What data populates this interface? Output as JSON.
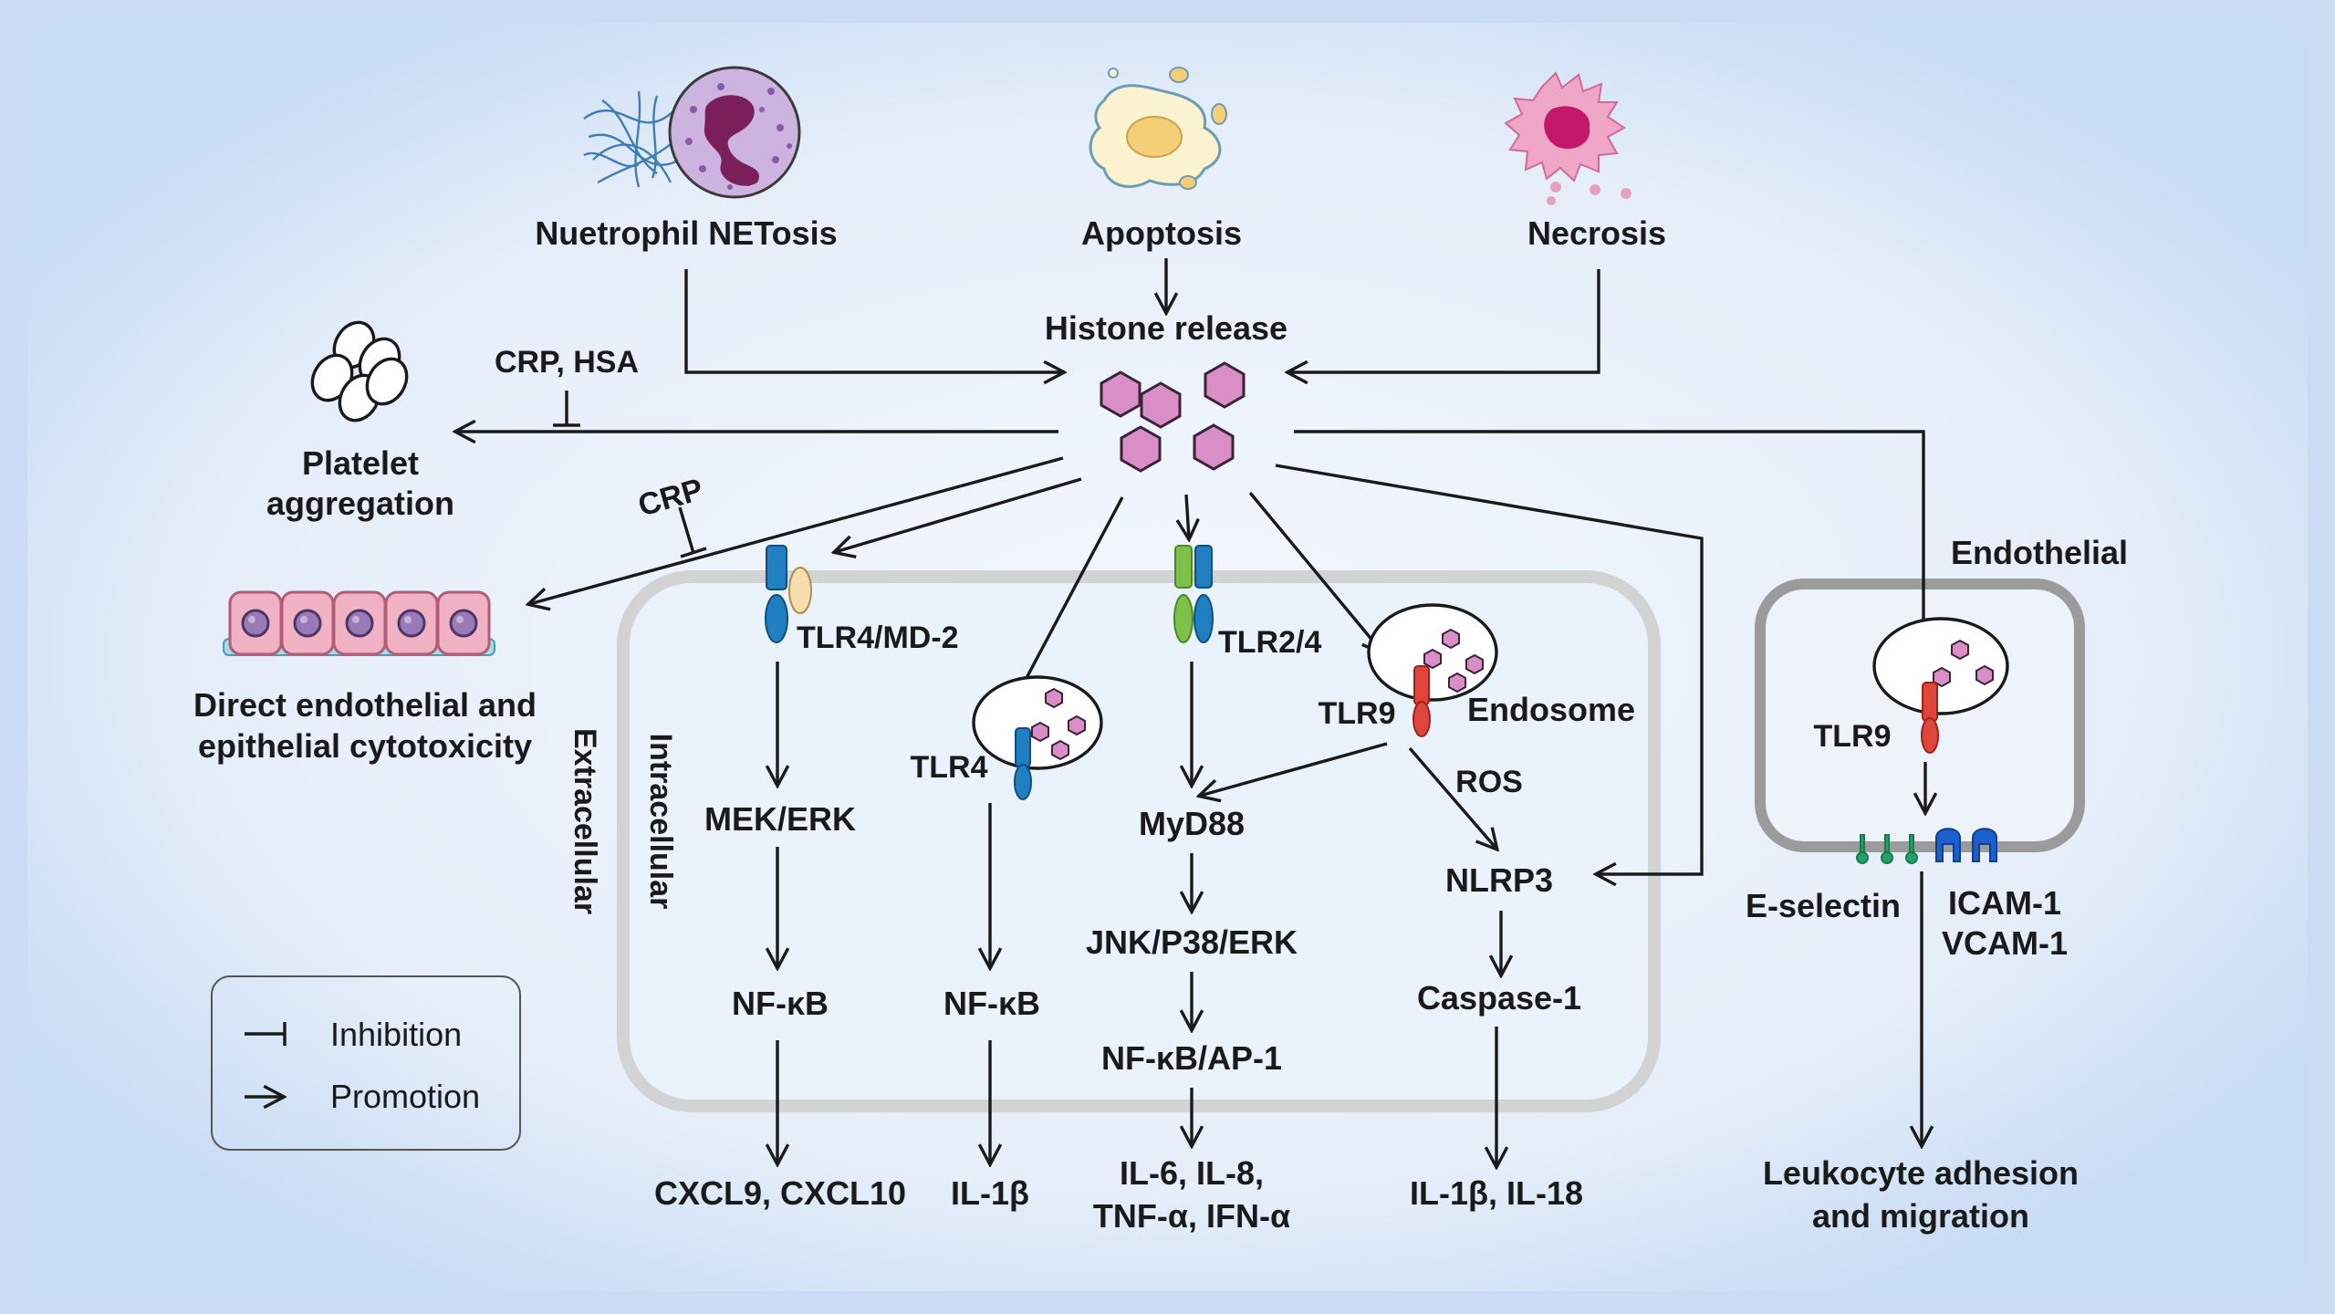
{
  "sources": {
    "netosis": "Nuetrophil NETosis",
    "apoptosis": "Apoptosis",
    "necrosis": "Necrosis"
  },
  "histone_release": "Histone release",
  "inhibitors": {
    "platelet": "CRP, HSA",
    "cytotoxicity": "CRP"
  },
  "outcomes": {
    "platelet_line1": "Platelet",
    "platelet_line2": "aggregation",
    "cytotox_line1": "Direct endothelial and",
    "cytotox_line2": "epithelial cytotoxicity",
    "leukocyte_line1": "Leukocyte adhesion",
    "leukocyte_line2": "and migration"
  },
  "compartments": {
    "extracellular": "Extracellular",
    "intracellular": "Intracellular",
    "endothelial": "Endothelial",
    "endosome": "Endosome"
  },
  "receptors": {
    "tlr4_md2": "TLR4/MD-2",
    "tlr4": "TLR4",
    "tlr2_4": "TLR2/4",
    "tlr9": "TLR9",
    "tlr9_endothelial": "TLR9"
  },
  "pathways": {
    "mek_erk": "MEK/ERK",
    "nfkb_1": "NF-κB",
    "nfkb_2": "NF-κB",
    "myd88": "MyD88",
    "jnk": "JNK/P38/ERK",
    "nfkb_ap1": "NF-κB/AP-1",
    "ros": "ROS",
    "nlrp3": "NLRP3",
    "caspase1": "Caspase-1",
    "e_selectin": "E-selectin",
    "icam1": "ICAM-1",
    "vcam1": "VCAM-1"
  },
  "products": {
    "cxcl": "CXCL9, CXCL10",
    "il1b": "IL-1β",
    "il6_line1": "IL-6, IL-8,",
    "il6_line2": "TNF-α, IFN-α",
    "il1b_il18": "IL-1β, IL-18"
  },
  "legend": {
    "inhibition": "Inhibition",
    "promotion": "Promotion"
  },
  "colors": {
    "background": "#c9dcf3",
    "inner_panel": "#eaf2fc",
    "histone": "#d98fc6",
    "tlr_blue": "#1f7fc1",
    "tlr_green": "#7ec04a",
    "tlr9_red": "#e0453c",
    "md2": "#f6dfae",
    "cell_pink": "#f1b3c3",
    "nucleus_purple": "#9a7bb8",
    "e_selectin_green": "#20a36b",
    "icam_blue": "#1b5fcc"
  }
}
